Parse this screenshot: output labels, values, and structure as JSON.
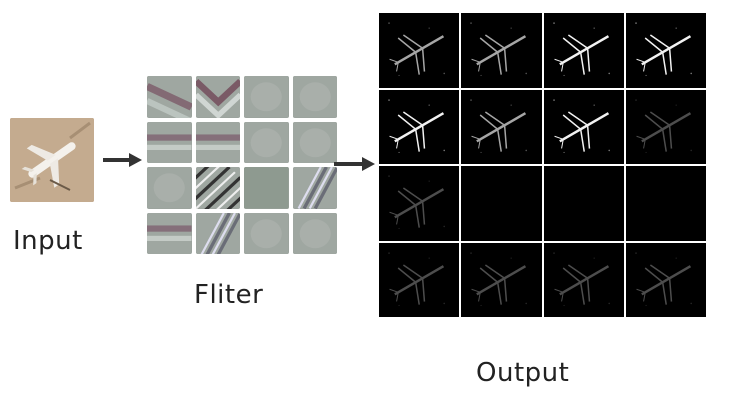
{
  "labels": {
    "input": "Input",
    "filter": "Fliter",
    "output": "Output"
  },
  "colors": {
    "input_bg": "#c4ab8f",
    "filter_bg": "#9aa29c",
    "output_bg": "#000000",
    "arrow": "#333333"
  },
  "filters": [
    {
      "style": "diag-red"
    },
    {
      "style": "chevron"
    },
    {
      "style": "blur"
    },
    {
      "style": "blur"
    },
    {
      "style": "horiz-red"
    },
    {
      "style": "horiz-red"
    },
    {
      "style": "blur"
    },
    {
      "style": "blur"
    },
    {
      "style": "blur"
    },
    {
      "style": "checker"
    },
    {
      "style": "flat"
    },
    {
      "style": "diag-stripes"
    },
    {
      "style": "horiz-red"
    },
    {
      "style": "diag-stripes"
    },
    {
      "style": "blur"
    },
    {
      "style": "blur"
    }
  ],
  "outputs": [
    {
      "intensity": "medium"
    },
    {
      "intensity": "medium"
    },
    {
      "intensity": "high"
    },
    {
      "intensity": "high"
    },
    {
      "intensity": "high"
    },
    {
      "intensity": "medium"
    },
    {
      "intensity": "high"
    },
    {
      "intensity": "low"
    },
    {
      "intensity": "low"
    },
    {
      "intensity": "none"
    },
    {
      "intensity": "none"
    },
    {
      "intensity": "none"
    },
    {
      "intensity": "low"
    },
    {
      "intensity": "low"
    },
    {
      "intensity": "low"
    },
    {
      "intensity": "low"
    }
  ]
}
